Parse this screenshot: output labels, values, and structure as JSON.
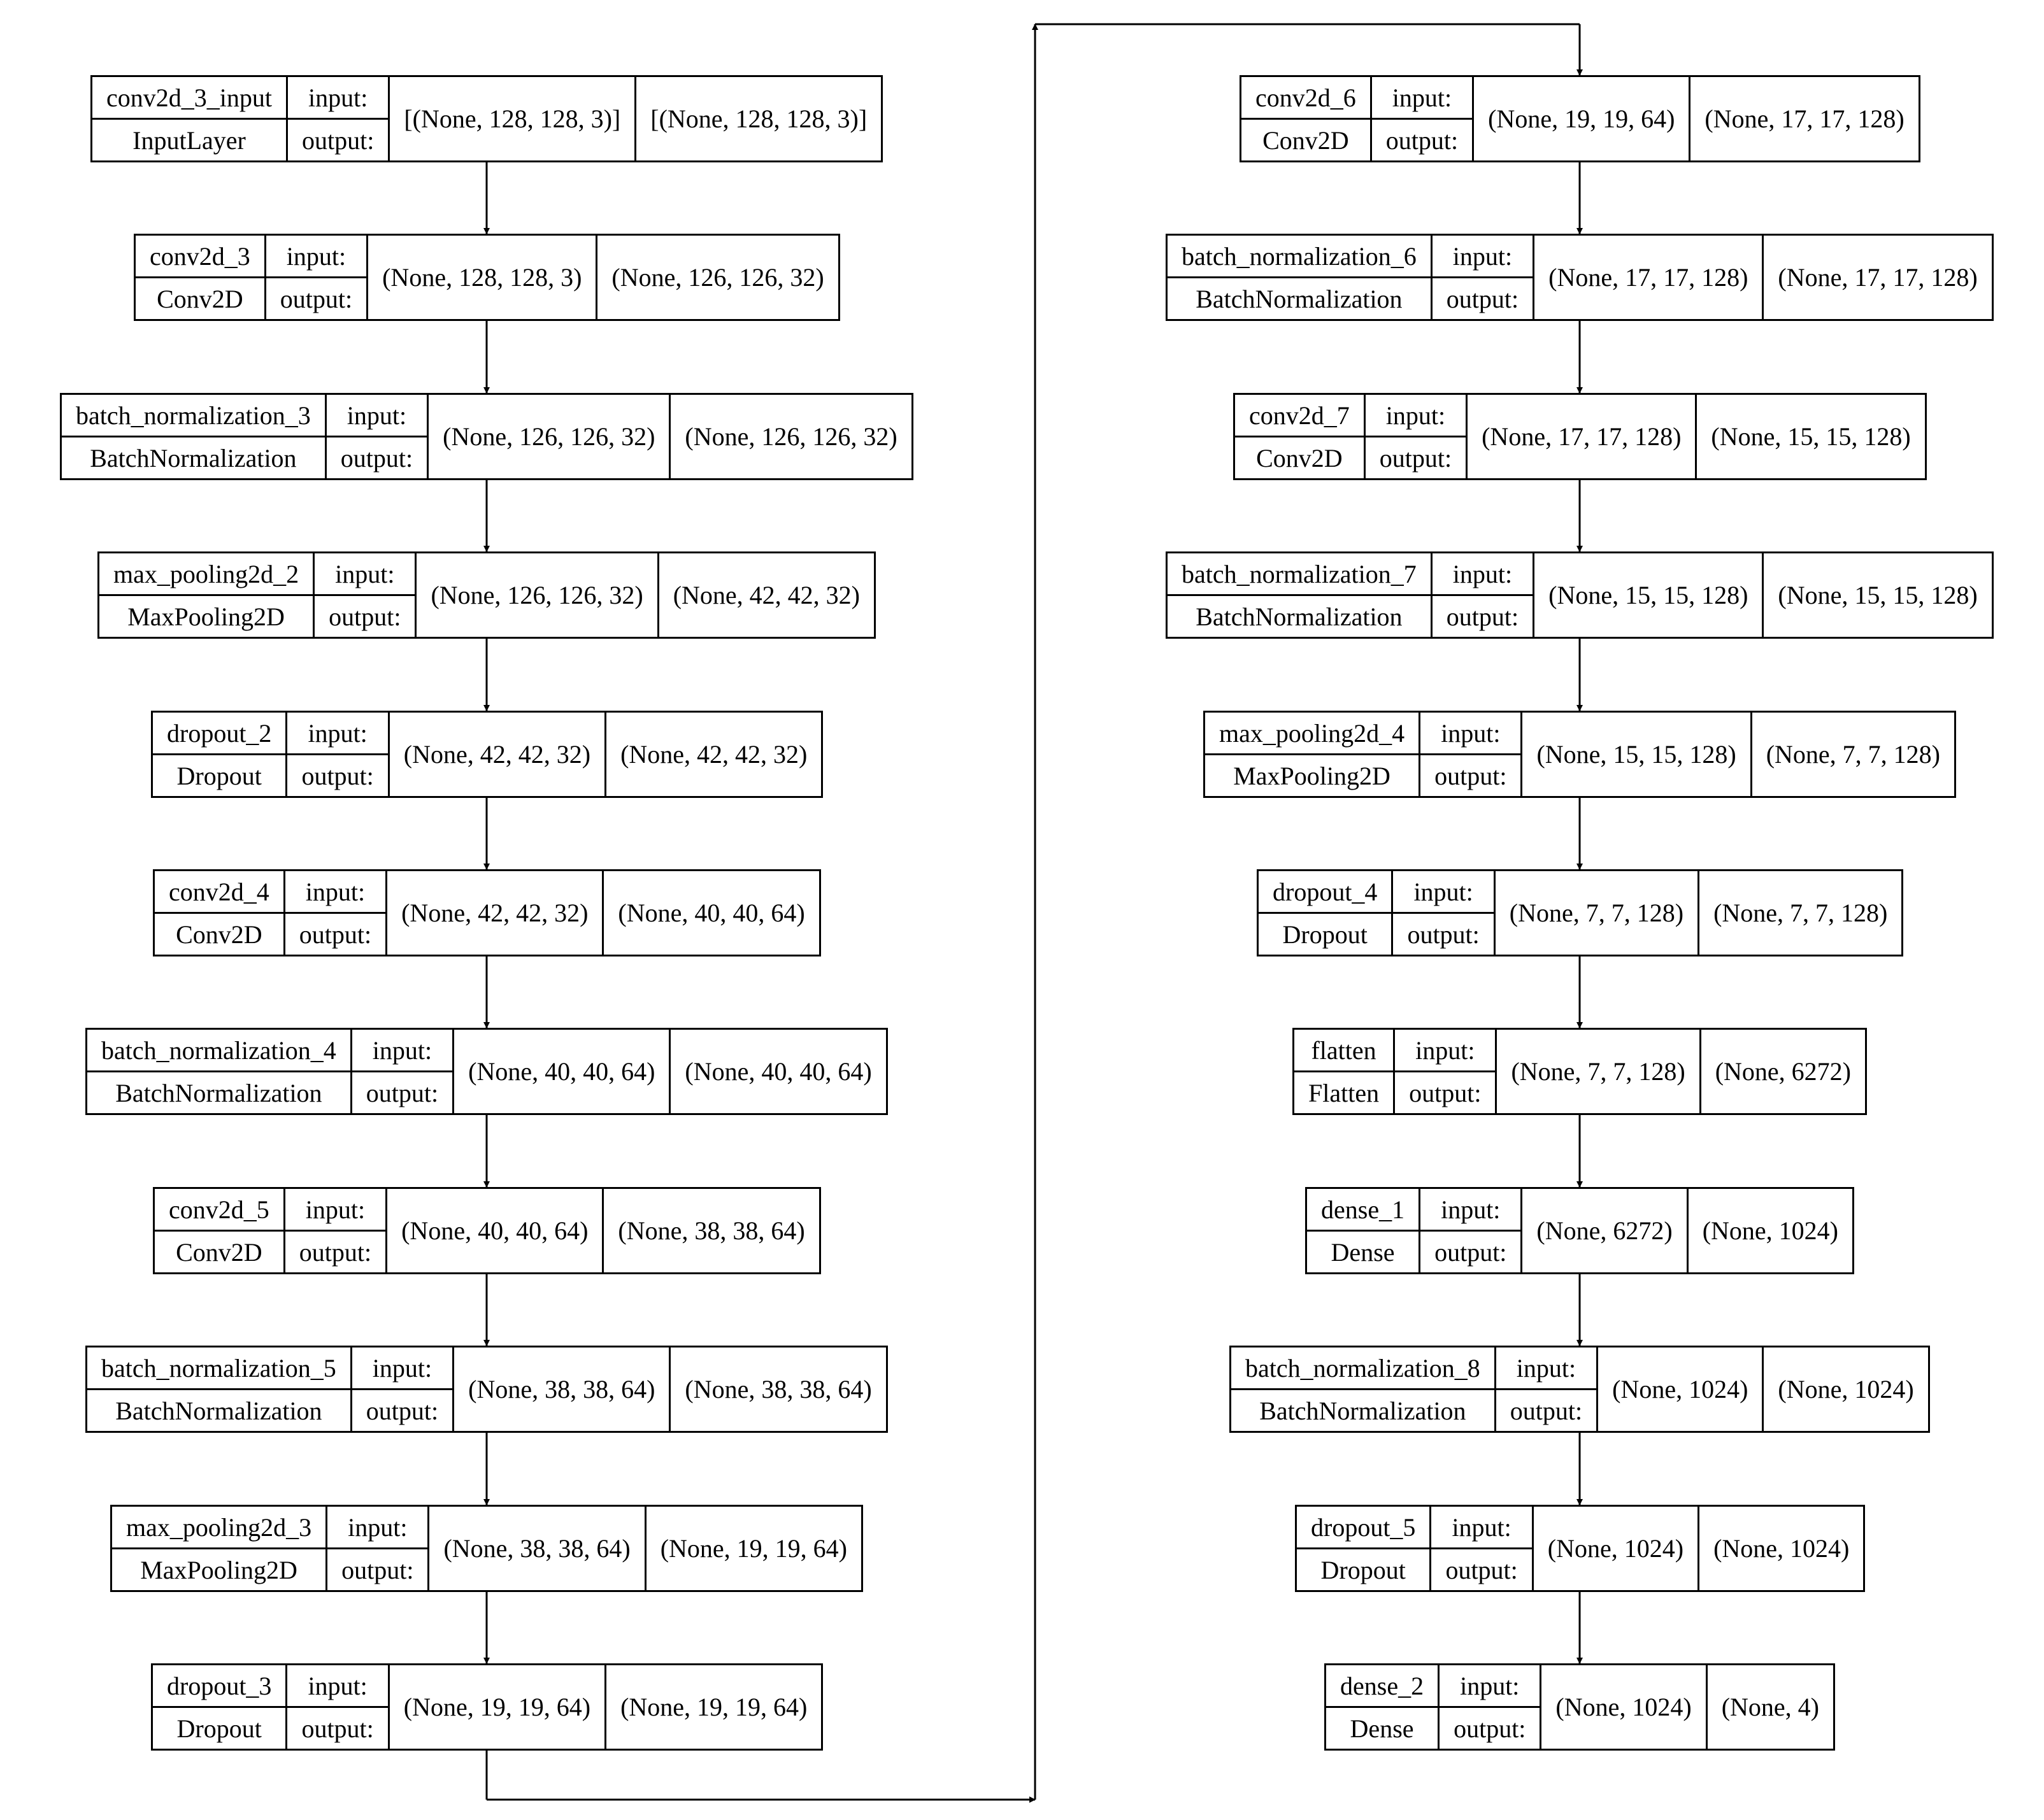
{
  "layers": [
    {
      "name": "conv2d_3_input",
      "type": "InputLayer",
      "input": "[(None, 128, 128, 3)]",
      "output": "[(None, 128, 128, 3)]"
    },
    {
      "name": "conv2d_3",
      "type": "Conv2D",
      "input": "(None, 128, 128, 3)",
      "output": "(None, 126, 126, 32)"
    },
    {
      "name": "batch_normalization_3",
      "type": "BatchNormalization",
      "input": "(None, 126, 126, 32)",
      "output": "(None, 126, 126, 32)"
    },
    {
      "name": "max_pooling2d_2",
      "type": "MaxPooling2D",
      "input": "(None, 126, 126, 32)",
      "output": "(None, 42, 42, 32)"
    },
    {
      "name": "dropout_2",
      "type": "Dropout",
      "input": "(None, 42, 42, 32)",
      "output": "(None, 42, 42, 32)"
    },
    {
      "name": "conv2d_4",
      "type": "Conv2D",
      "input": "(None, 42, 42, 32)",
      "output": "(None, 40, 40, 64)"
    },
    {
      "name": "batch_normalization_4",
      "type": "BatchNormalization",
      "input": "(None, 40, 40, 64)",
      "output": "(None, 40, 40, 64)"
    },
    {
      "name": "conv2d_5",
      "type": "Conv2D",
      "input": "(None, 40, 40, 64)",
      "output": "(None, 38, 38, 64)"
    },
    {
      "name": "batch_normalization_5",
      "type": "BatchNormalization",
      "input": "(None, 38, 38, 64)",
      "output": "(None, 38, 38, 64)"
    },
    {
      "name": "max_pooling2d_3",
      "type": "MaxPooling2D",
      "input": "(None, 38, 38, 64)",
      "output": "(None, 19, 19, 64)"
    },
    {
      "name": "dropout_3",
      "type": "Dropout",
      "input": "(None, 19, 19, 64)",
      "output": "(None, 19, 19, 64)"
    },
    {
      "name": "conv2d_6",
      "type": "Conv2D",
      "input": "(None, 19, 19, 64)",
      "output": "(None, 17, 17, 128)"
    },
    {
      "name": "batch_normalization_6",
      "type": "BatchNormalization",
      "input": "(None, 17, 17, 128)",
      "output": "(None, 17, 17, 128)"
    },
    {
      "name": "conv2d_7",
      "type": "Conv2D",
      "input": "(None, 17, 17, 128)",
      "output": "(None, 15, 15, 128)"
    },
    {
      "name": "batch_normalization_7",
      "type": "BatchNormalization",
      "input": "(None, 15, 15, 128)",
      "output": "(None, 15, 15, 128)"
    },
    {
      "name": "max_pooling2d_4",
      "type": "MaxPooling2D",
      "input": "(None, 15, 15, 128)",
      "output": "(None, 7, 7, 128)"
    },
    {
      "name": "dropout_4",
      "type": "Dropout",
      "input": "(None, 7, 7, 128)",
      "output": "(None, 7, 7, 128)"
    },
    {
      "name": "flatten",
      "type": "Flatten",
      "input": "(None, 7, 7, 128)",
      "output": "(None, 6272)"
    },
    {
      "name": "dense_1",
      "type": "Dense",
      "input": "(None, 6272)",
      "output": "(None, 1024)"
    },
    {
      "name": "batch_normalization_8",
      "type": "BatchNormalization",
      "input": "(None, 1024)",
      "output": "(None, 1024)"
    },
    {
      "name": "dropout_5",
      "type": "Dropout",
      "input": "(None, 1024)",
      "output": "(None, 1024)"
    },
    {
      "name": "dense_2",
      "type": "Dense",
      "input": "(None, 1024)",
      "output": "(None, 4)"
    }
  ],
  "labels": {
    "input": "input:",
    "output": "output:"
  }
}
